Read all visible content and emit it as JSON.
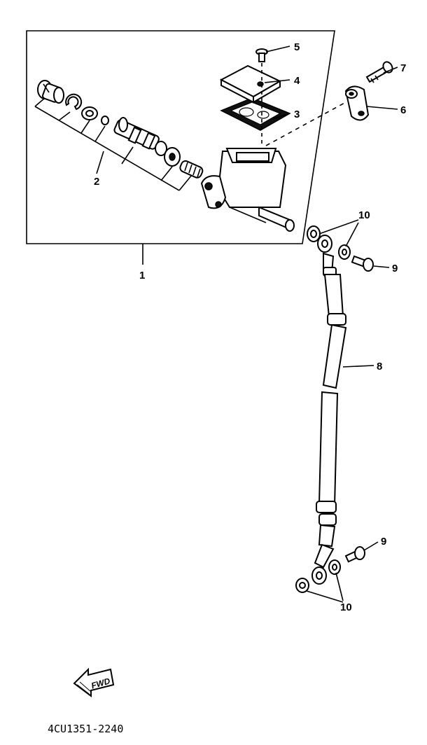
{
  "callouts": {
    "c1": "1",
    "c2": "2",
    "c3": "3",
    "c4": "4",
    "c5": "5",
    "c6": "6",
    "c7": "7",
    "c8": "8",
    "c9_top": "9",
    "c9_bottom": "9",
    "c10_top": "10",
    "c10_bottom": "10"
  },
  "fwd_label": "FWD",
  "drawing_code": "4CU1351-2240"
}
